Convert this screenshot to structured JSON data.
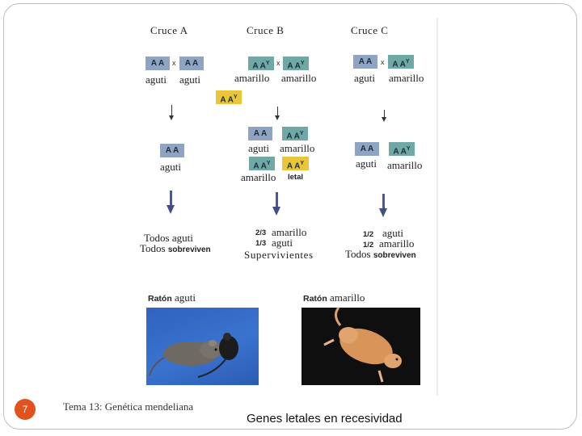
{
  "cruces": {
    "a": {
      "title": "Cruce A"
    },
    "b": {
      "title": "Cruce B"
    },
    "c": {
      "title": "Cruce C"
    }
  },
  "genotypes": {
    "aa": "A A",
    "aay_base": "A A",
    "aay_sup": "Y"
  },
  "cross_symbol": "x",
  "labels": {
    "aguti": "aguti",
    "amarillo": "amarillo",
    "letal": "letal"
  },
  "results": {
    "a": {
      "line1": "Todos aguti",
      "line2_prefix": "Todos",
      "line2_suffix": "sobreviven"
    },
    "b": {
      "frac1": "2/3",
      "text1": "amarillo",
      "frac2": "1/3",
      "text2": "aguti",
      "line3": "Supervivientes"
    },
    "c": {
      "frac1": "1/2",
      "text1": "aguti",
      "frac2": "1/2",
      "text2": "amarillo",
      "line3_prefix": "Todos",
      "line3_suffix": "sobreviven"
    }
  },
  "photos": {
    "left_caption_bold": "Ratón",
    "left_caption": "aguti",
    "right_caption_bold": "Ratón",
    "right_caption": "amarillo"
  },
  "footer": {
    "page_number": "7",
    "course": "Tema 13: Genética mendeliana",
    "title": "Genes letales en recesividad"
  },
  "colors": {
    "aa_box": "#8fa3c2",
    "aay_box": "#6fa8a4",
    "lethal_box": "#e9c637",
    "page_badge": "#e2521f"
  }
}
